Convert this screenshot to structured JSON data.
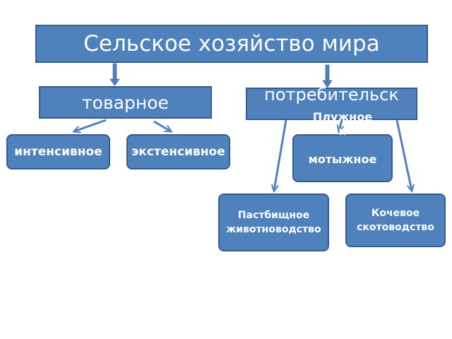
{
  "diagram": {
    "title": "Сельское хозяйство мира",
    "branch_commercial": "товарное",
    "branch_consumer": "потребительск",
    "commercial_children": {
      "intensive": "интенсивное",
      "extensive": "экстенсивное"
    },
    "consumer_children": {
      "plow_hoe_line1": "Плужное",
      "plow_hoe_line2": "и",
      "plow_hoe_line3": "мотыжное",
      "pasture": "Пастбищное животноводство",
      "nomadic": "Кочевое скотоводство"
    }
  },
  "colors": {
    "box_fill": "#4f81bd",
    "box_border": "#385d8a",
    "text": "#ffffff",
    "background": "#ffffff"
  }
}
